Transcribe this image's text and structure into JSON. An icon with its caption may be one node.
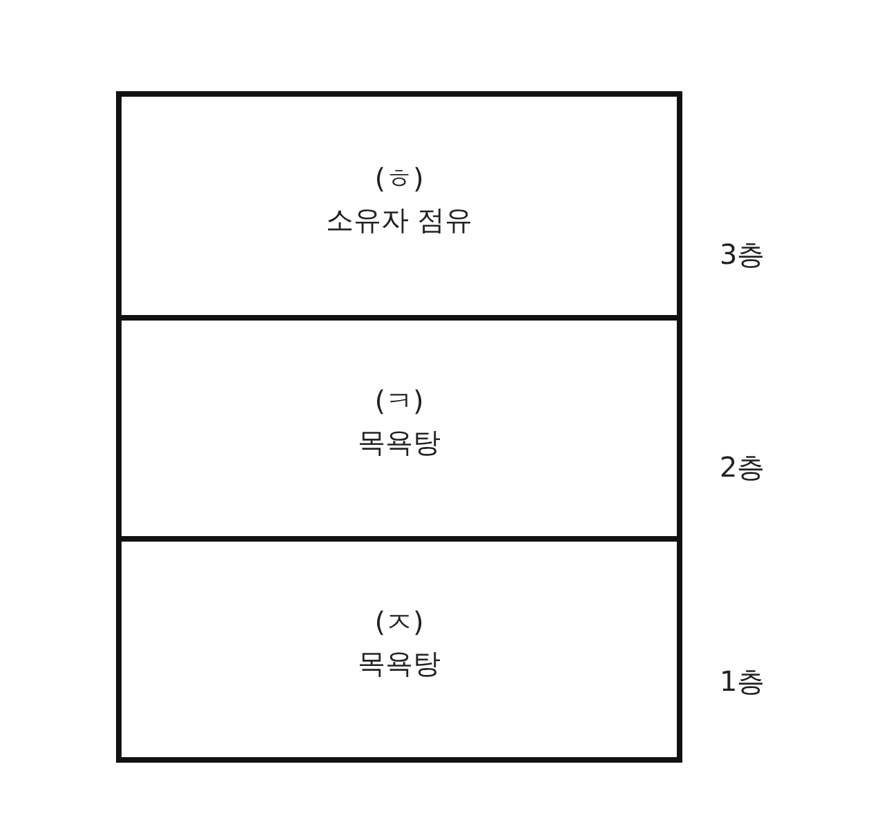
{
  "diagram": {
    "nodes": [
      {
        "text": [
          "(ㅎ)",
          "소유자 점유"
        ],
        "beside": [
          "3층"
        ]
      },
      {
        "text": [
          "(ㅋ)",
          "목욕탕"
        ],
        "beside": [
          "2층"
        ]
      },
      {
        "text": [
          "(ㅈ)",
          "목욕탕"
        ],
        "beside": [
          "1층"
        ]
      }
    ]
  }
}
